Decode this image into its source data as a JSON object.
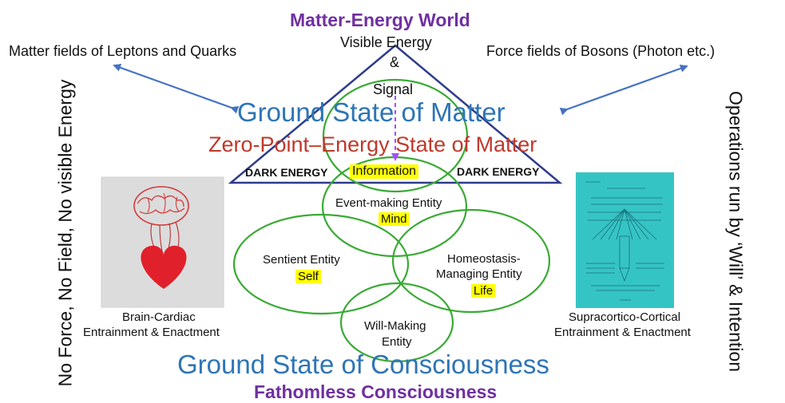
{
  "titles": {
    "top": "Matter-Energy World",
    "bottom": "Fathomless Consciousness"
  },
  "triangle": {
    "apex_line1": "Visible Energy",
    "apex_line2": "&",
    "apex_line3": "Signal",
    "dark_left": "DARK ENERGY",
    "dark_right": "DARK ENERGY",
    "information": "Information"
  },
  "ground_matter": "Ground State of Matter",
  "zero_point": "Zero-Point–Energy State of Matter",
  "ground_consciousness": "Ground State of Consciousness",
  "left_top_label": "Matter fields of Leptons and Quarks",
  "right_top_label": "Force fields of Bosons (Photon etc.)",
  "left_vertical": "No Force, No Field, No visible Energy",
  "right_vertical": "Operations run by ‘Will’ & Intention",
  "circles": {
    "event": {
      "line1": "Event-making Entity",
      "tag": "Mind"
    },
    "sentient": {
      "line1": "Sentient Entity",
      "tag": "Self"
    },
    "homeostasis": {
      "line1": "Homeostasis-",
      "line2": "Managing Entity",
      "tag": "Life"
    },
    "will": {
      "line1": "Will-Making",
      "line2": "Entity"
    }
  },
  "left_image_caption": {
    "line1": "Brain-Cardiac",
    "line2": "Entrainment & Enactment"
  },
  "right_image_caption": {
    "line1": "Supracortico-Cortical",
    "line2": "Entrainment & Enactment"
  },
  "colors": {
    "title": "#7030a0",
    "ground": "#2e75b6",
    "zero_point": "#c0392b",
    "circles": "#3aaa35",
    "triangle": "#2e3c8c",
    "arrows": "#4472c4",
    "dashed_arrow": "#a64dff",
    "highlight": "#ffff00",
    "heart": "#e0202a",
    "diagram_panel": "#35c4c4"
  }
}
